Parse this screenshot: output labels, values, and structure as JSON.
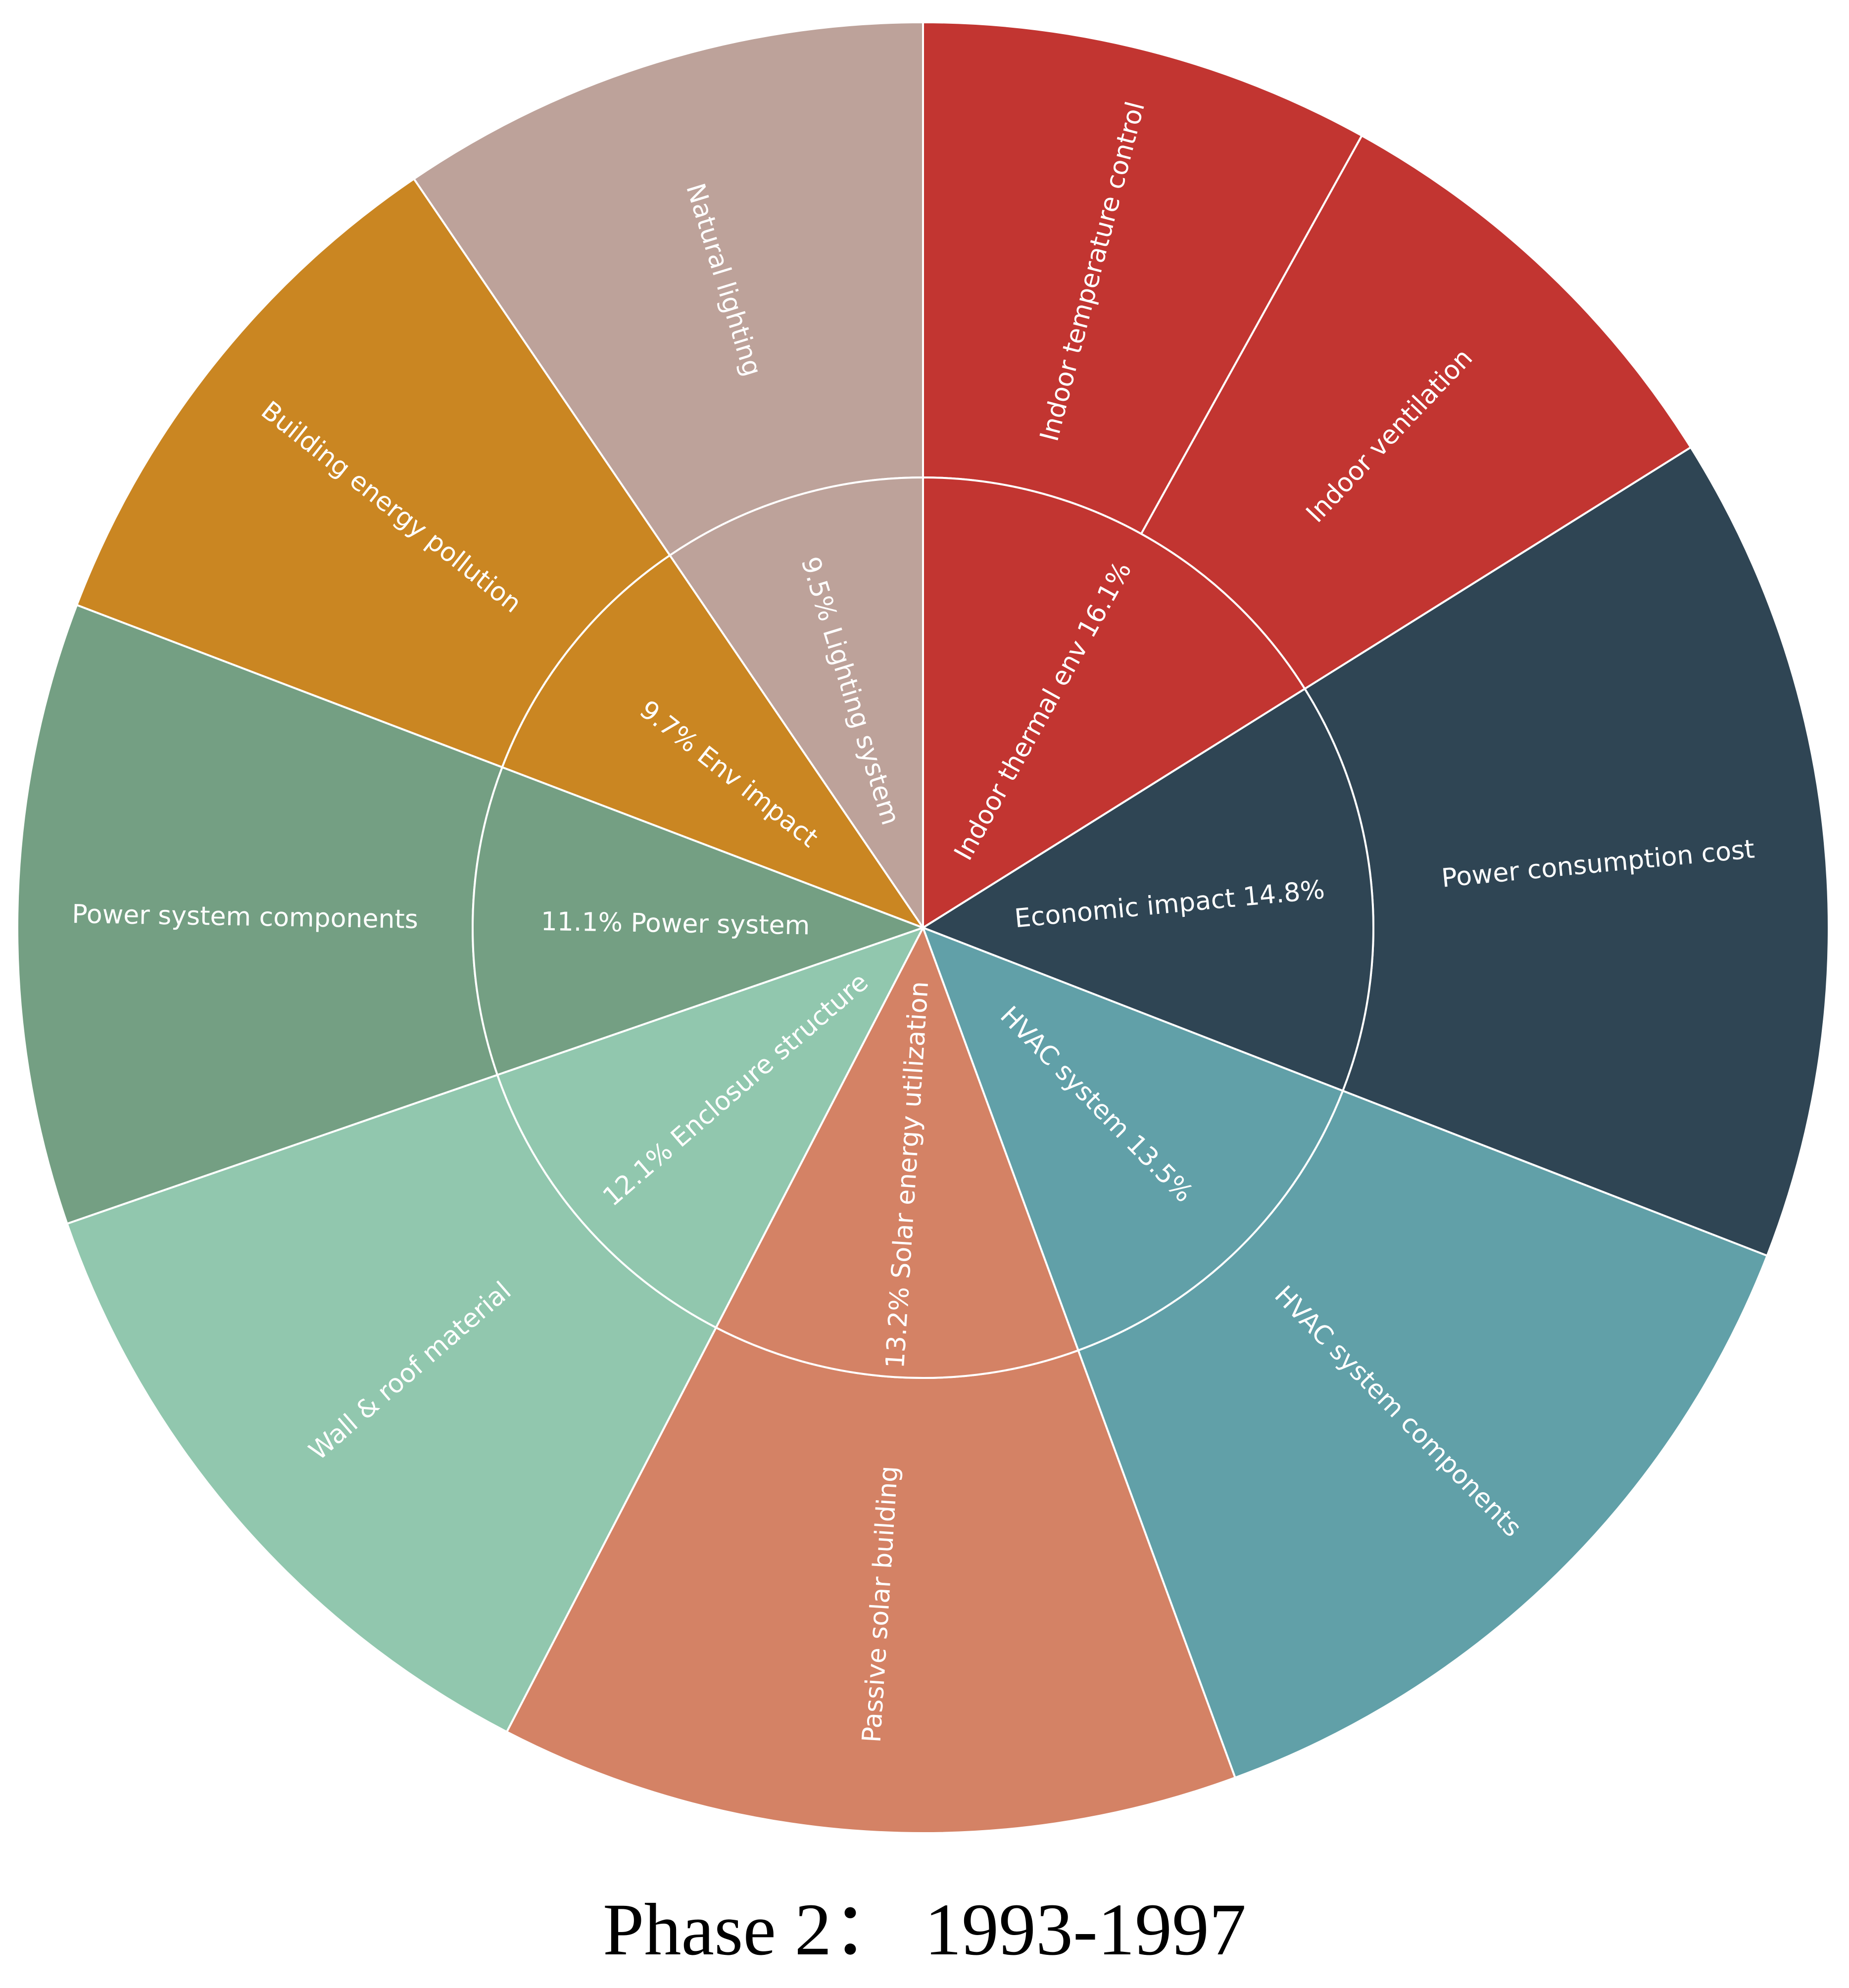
{
  "caption": "Phase 2：  1993-1997",
  "chart_data": {
    "type": "sunburst",
    "title": "",
    "start_angle_deg": 0,
    "direction": "clockwise",
    "inner_label_orientation": "radial",
    "outer_label_orientation": "radial",
    "inner": [
      {
        "label": "Indoor thermal env 16.1%",
        "value": 16.1,
        "color": "#c23531"
      },
      {
        "label": "Economic impact 14.8%",
        "value": 14.8,
        "color": "#2f4554"
      },
      {
        "label": "HVAC system 13.5%",
        "value": 13.5,
        "color": "#61a0a8"
      },
      {
        "label": "13.2% Solar energy utilization",
        "value": 13.2,
        "color": "#d48265"
      },
      {
        "label": "12.1% Enclosure structure",
        "value": 12.1,
        "color": "#91c7ae"
      },
      {
        "label": "11.1% Power system",
        "value": 11.1,
        "color": "#749f83"
      },
      {
        "label": "9.7% Env impact",
        "value": 9.7,
        "color": "#ca8622"
      },
      {
        "label": "9.5% Lighting system",
        "value": 9.5,
        "color": "#bda29a"
      }
    ],
    "outer": [
      {
        "label": "Indoor temperature control",
        "parent": 0,
        "share": 0.5
      },
      {
        "label": "Indoor ventilation",
        "parent": 0,
        "share": 0.5
      },
      {
        "label": "Power consumption cost",
        "parent": 1,
        "share": 1
      },
      {
        "label": "HVAC system components",
        "parent": 2,
        "share": 1
      },
      {
        "label": "Passive solar building",
        "parent": 3,
        "share": 1
      },
      {
        "label": "Wall & roof material",
        "parent": 4,
        "share": 1
      },
      {
        "label": "Power system components",
        "parent": 5,
        "share": 1
      },
      {
        "label": "Building energy pollution",
        "parent": 6,
        "share": 1
      },
      {
        "label": "Natural lighting",
        "parent": 7,
        "share": 1
      }
    ]
  }
}
